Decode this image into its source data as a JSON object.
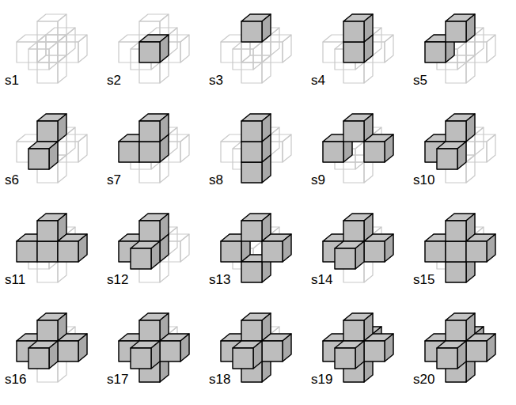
{
  "diagram": {
    "labels": [
      "s1",
      "s2",
      "s3",
      "s4",
      "s5",
      "s6",
      "s7",
      "s8",
      "s9",
      "s10",
      "s11",
      "s12",
      "s13",
      "s14",
      "s15",
      "s16",
      "s17",
      "s18",
      "s19",
      "s20"
    ]
  }
}
